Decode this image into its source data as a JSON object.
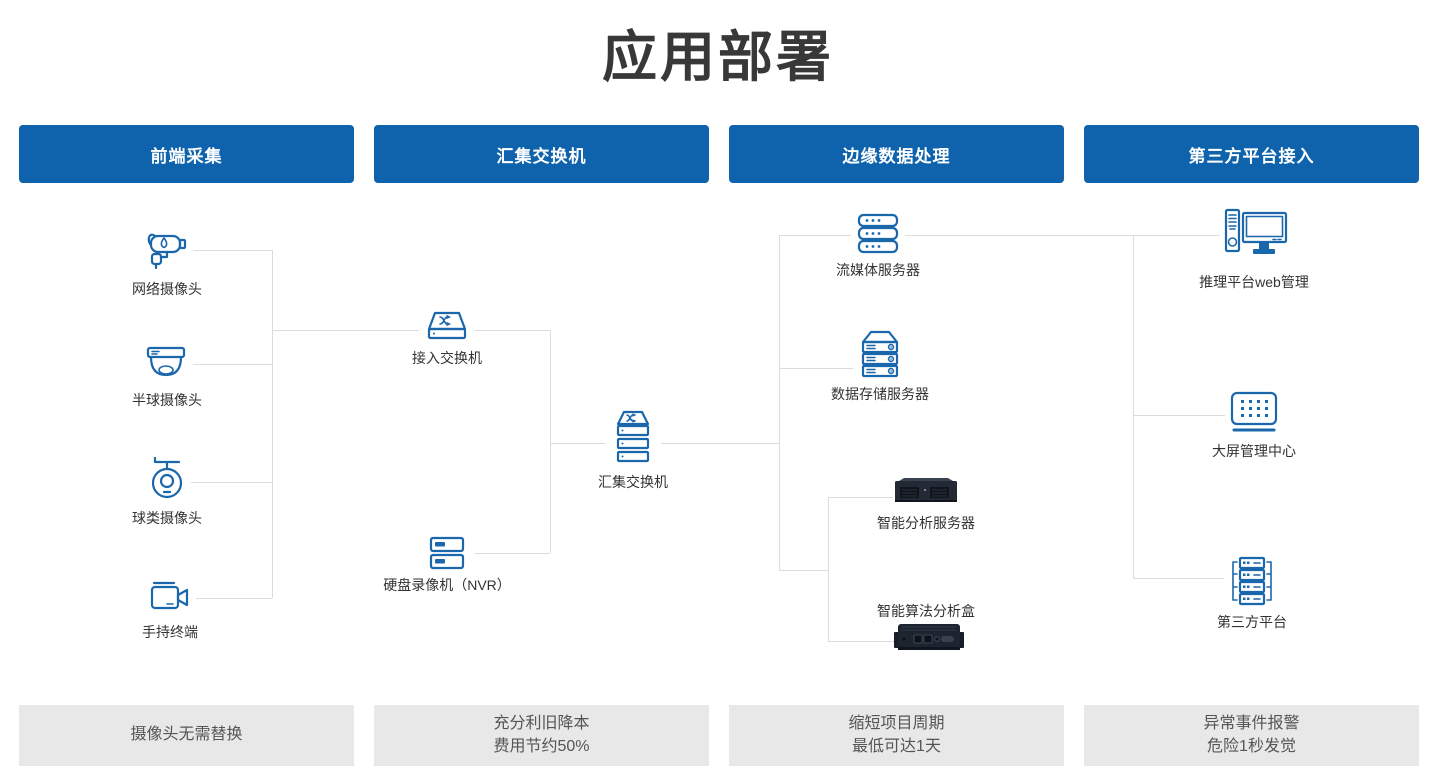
{
  "title": "应用部署",
  "headers": [
    "前端采集",
    "汇集交换机",
    "边缘数据处理",
    "第三方平台接入"
  ],
  "nodes": {
    "network_camera": "网络摄像头",
    "dome_camera": "半球摄像头",
    "ball_camera": "球类摄像头",
    "handheld_terminal": "手持终端",
    "access_switch": "接入交换机",
    "nvr": "硬盘录像机（NVR）",
    "aggregation_switch": "汇集交换机",
    "media_server": "流媒体服务器",
    "storage_server": "数据存储服务器",
    "analysis_server": "智能分析服务器",
    "analysis_box": "智能算法分析盒",
    "web_management": "推理平台web管理",
    "big_screen": "大屏管理中心",
    "third_party": "第三方平台"
  },
  "footers": [
    {
      "line1": "摄像头无需替换",
      "line2": ""
    },
    {
      "line1": "充分利旧降本",
      "line2": "费用节约50%"
    },
    {
      "line1": "缩短项目周期",
      "line2": "最低可达1天"
    },
    {
      "line1": "异常事件报警",
      "line2": "危险1秒发觉"
    }
  ],
  "colors": {
    "header_blue": "#0f63ac",
    "icon_blue": "#1b67ab",
    "connector_gray": "#dcdcdc",
    "footer_bg": "#e8e8e8",
    "title_color": "#383838"
  }
}
